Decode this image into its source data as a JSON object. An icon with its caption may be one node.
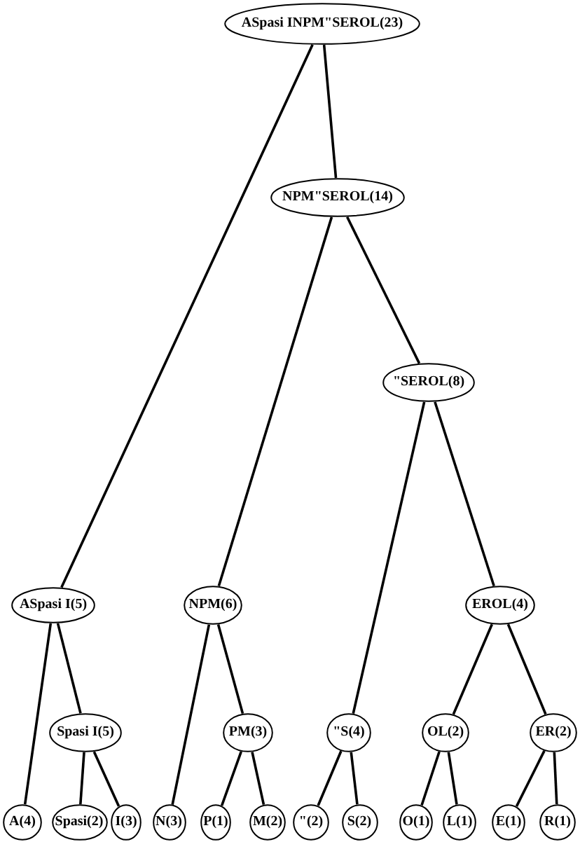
{
  "diagram": {
    "nodes": [
      {
        "text": [
          "ASpasi INPM\"SEROL(23)"
        ]
      },
      {
        "text": [
          "NPM\"SEROL(14)"
        ]
      },
      {
        "text": [
          "\"SEROL(8)"
        ]
      },
      {
        "text": [
          "ASpasi I(5)"
        ]
      },
      {
        "text": [
          "NPM(6)"
        ]
      },
      {
        "text": [
          "EROL(4)"
        ]
      },
      {
        "text": [
          "Spasi I(5)"
        ]
      },
      {
        "text": [
          "PM(3)"
        ]
      },
      {
        "text": [
          "\"S(4)"
        ]
      },
      {
        "text": [
          "OL(2)"
        ]
      },
      {
        "text": [
          "ER(2)"
        ]
      },
      {
        "text": [
          "A(4)"
        ]
      },
      {
        "text": [
          "Spasi(2)"
        ]
      },
      {
        "text": [
          "I(3)"
        ]
      },
      {
        "text": [
          "N(3)"
        ]
      },
      {
        "text": [
          "P(1)"
        ]
      },
      {
        "text": [
          "M(2)"
        ]
      },
      {
        "text": [
          "\"(2)"
        ]
      },
      {
        "text": [
          "S(2)"
        ]
      },
      {
        "text": [
          "O(1)"
        ]
      },
      {
        "text": [
          "L(1)"
        ]
      },
      {
        "text": [
          "E(1)"
        ]
      },
      {
        "text": [
          "R(1)"
        ]
      }
    ],
    "edges": [
      {
        "from": 0,
        "to": 3,
        "arrow": "none"
      },
      {
        "from": 0,
        "to": 1,
        "arrow": "none"
      },
      {
        "from": 1,
        "to": 4,
        "arrow": "none"
      },
      {
        "from": 1,
        "to": 2,
        "arrow": "none"
      },
      {
        "from": 2,
        "to": 8,
        "arrow": "none"
      },
      {
        "from": 2,
        "to": 5,
        "arrow": "none"
      },
      {
        "from": 3,
        "to": 11,
        "arrow": "none"
      },
      {
        "from": 3,
        "to": 6,
        "arrow": "none"
      },
      {
        "from": 4,
        "to": 14,
        "arrow": "none"
      },
      {
        "from": 4,
        "to": 7,
        "arrow": "none"
      },
      {
        "from": 5,
        "to": 9,
        "arrow": "none"
      },
      {
        "from": 5,
        "to": 10,
        "arrow": "none"
      },
      {
        "from": 6,
        "to": 12,
        "arrow": "none"
      },
      {
        "from": 6,
        "to": 13,
        "arrow": "none"
      },
      {
        "from": 7,
        "to": 15,
        "arrow": "none"
      },
      {
        "from": 7,
        "to": 16,
        "arrow": "none"
      },
      {
        "from": 8,
        "to": 17,
        "arrow": "none"
      },
      {
        "from": 8,
        "to": 18,
        "arrow": "none"
      },
      {
        "from": 9,
        "to": 19,
        "arrow": "none"
      },
      {
        "from": 9,
        "to": 20,
        "arrow": "none"
      },
      {
        "from": 10,
        "to": 21,
        "arrow": "none"
      },
      {
        "from": 10,
        "to": 22,
        "arrow": "none"
      }
    ]
  }
}
